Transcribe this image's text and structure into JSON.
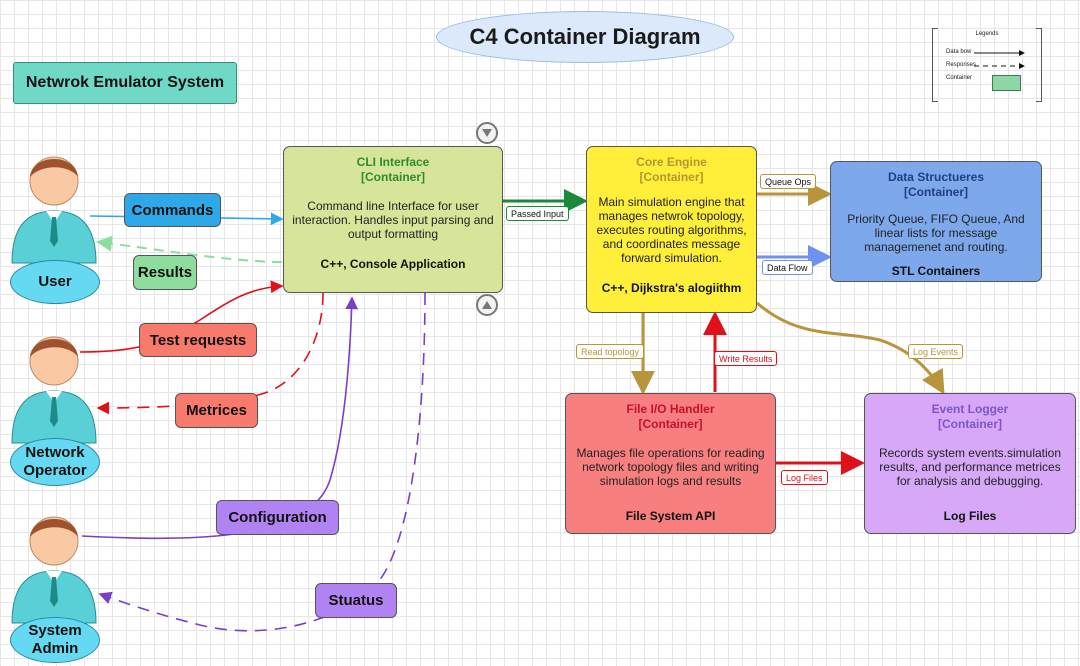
{
  "title": "C4 Container Diagram",
  "system_label": "Netwrok Emulator System",
  "legend": {
    "title": "Legends",
    "items": [
      {
        "label": "Data bow",
        "style": "solid-arrow"
      },
      {
        "label": "Responses",
        "style": "dashed-arrow"
      },
      {
        "label": "Container",
        "style": "swatch"
      }
    ]
  },
  "actors": {
    "user": "User",
    "network_operator": "Network Operator",
    "system_admin": "System Admin"
  },
  "containers": {
    "cli": {
      "name": "CLI Interface",
      "tag": "[Container]",
      "description": "Command line Interface for user interaction. Handles input parsing and output formatting",
      "technology": "C++, Console Application",
      "fill": "#d7e59a",
      "title_color": "#2e8b2e"
    },
    "core": {
      "name": "Core Engine",
      "tag": "[Container]",
      "description": "Main simulation engine that manages netwrok topology, executes routing algorithms, and coordinates message forward simulation.",
      "technology": "C++, Dijkstra's alogiithm",
      "fill": "#ffee3a",
      "title_color": "#b8962f"
    },
    "data": {
      "name": "Data Structueres",
      "tag": "[Container]",
      "description": "Priority Queue, FIFO Queue, And linear lists for message managemenet and routing.",
      "technology": "STL Containers",
      "fill": "#7ea8ec",
      "title_color": "#1f3f7f"
    },
    "file": {
      "name": "File I/O Handler",
      "tag": "[Container]",
      "description": "Manages file operations for reading network topology files and writing simulation logs and results",
      "technology": "File System  API",
      "fill": "#f77f7f",
      "title_color": "#c8102e"
    },
    "logger": {
      "name": "Event Logger",
      "tag": "[Container]",
      "description": "Records system events.simulation results, and performance metrices for analysis and debugging.",
      "technology": "Log Files",
      "fill": "#d7a8f7",
      "title_color": "#7d55c7"
    }
  },
  "flow_labels": {
    "commands": "Commands",
    "results": "Results",
    "test_requests": "Test requests",
    "metrices": "Metrices",
    "configuration": "Configuration",
    "status": "Stuatus",
    "passed_input": "Passed Input",
    "queue_ops": "Queue Ops",
    "data_flow": "Data Flow",
    "read_topology": "Read topology",
    "write_results": "Write Results",
    "log_events": "Log Events",
    "log_files": "Log Files"
  },
  "colors": {
    "commands": "#2ea8e6",
    "results": "#8fdc9f",
    "test_requests": "#f77a6c",
    "configuration": "#b183f2",
    "passed_input": "#1a8a3a",
    "queue_ops": "#b8943a",
    "data_flow": "#6f92f0",
    "write_results": "#e0101a",
    "log_events": "#b8943a"
  }
}
